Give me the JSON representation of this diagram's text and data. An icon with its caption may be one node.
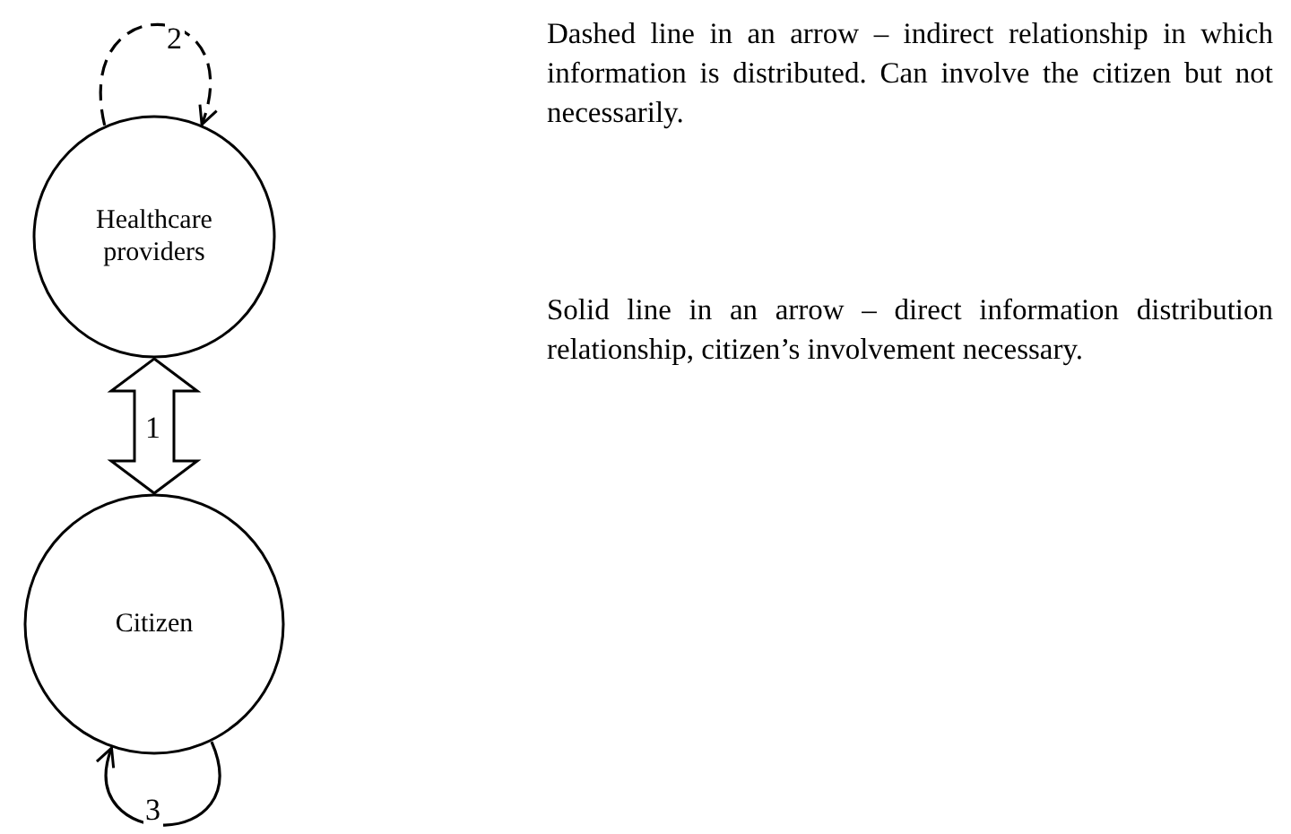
{
  "diagram": {
    "nodes": [
      {
        "text": [
          "Healthcare providers"
        ]
      },
      {
        "text": [
          "Citizen"
        ]
      }
    ],
    "edges": [
      {
        "from": 0,
        "to": 1,
        "arrow": "both",
        "label": "1",
        "style": "thick"
      },
      {
        "from": 0,
        "to": 0,
        "arrow": "to",
        "label": "2",
        "style": "dashed"
      },
      {
        "from": 1,
        "to": 1,
        "arrow": "to",
        "label": "3"
      }
    ],
    "labels": [
      "Dashed line in an arrow – indirect relationship in which information is distributed. Can involve the citizen but not necessarily.",
      "Solid line in an arrow – direct information distribution relationship, citizen’s involvement necessary."
    ]
  }
}
